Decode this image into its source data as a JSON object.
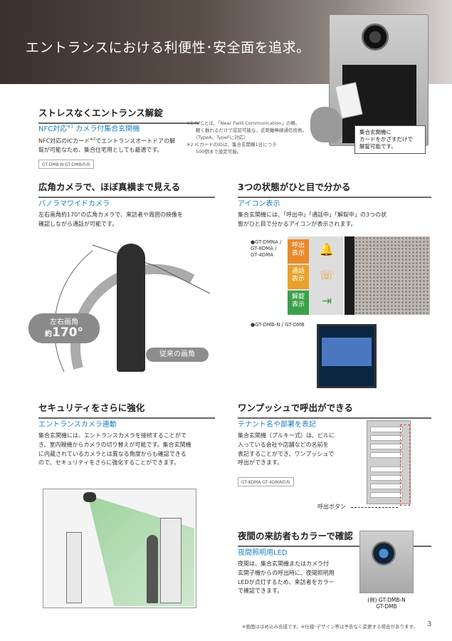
{
  "header": {
    "title": "エントランスにおける利便性･安全面を追求。"
  },
  "panel_callout": [
    "集合玄関機に",
    "カードをかざすだけで",
    "解錠可能です。"
  ],
  "stressless": {
    "title": "ストレスなくエントランス解錠",
    "sub": "NFC対応",
    "sub_sup": "※1",
    "sub_rest": " カメラ付集合玄関機",
    "body_1": "NFC対応のICカード",
    "body_sup": "※2",
    "body_2": "でエントランスオートドアの解錠が可能なため、集合住宅用としても最適です。",
    "notes": [
      "※1 NFCとは、「Near Field Communication」の略。",
      "　　軽く触れるだけで認証可能な、近距離無線通信技術。",
      "　　（TypeA、TypeFに対応）",
      "※2 ICカードのIDは、集合玄関機1台につき",
      "　　500個まで設定可能。"
    ],
    "tag": "GT-DMB-N·GT-DMBのみ"
  },
  "wide_camera": {
    "title": "広角カメラで、ほぼ真横まで見える",
    "sub": "パノラマワイドカメラ",
    "body": [
      "左右画角約170°の広角カメラで、来訪者や周囲の映像を",
      "確認しながら通話が可能です。"
    ],
    "badge_line1": "左右画角",
    "badge_prefix": "約",
    "badge_value": "170",
    "badge_unit": "°",
    "badge_conventional": "従来の画角"
  },
  "three_states": {
    "title": "3つの状態がひと目で分かる",
    "sub": "アイコン表示",
    "body": [
      "集合玄関機には、「呼出中」「通話中」「解錠中」の3つの状",
      "態がひと目で分かるアイコンが表示されます。"
    ],
    "model_group_1": [
      "●GT-DMNA /",
      "GT-8DMA /",
      "GT-4DMA"
    ],
    "model_group_2": "●GT-DMB-N / GT-DMB",
    "icons": [
      {
        "label_1": "呼出",
        "label_2": "表示",
        "color": "#e88a2a",
        "glyph": "bell-icon",
        "char": "🔔"
      },
      {
        "label_1": "通話",
        "label_2": "表示",
        "color": "#e8a12a",
        "glyph": "talk-icon",
        "char": "☏"
      },
      {
        "label_1": "解錠",
        "label_2": "表示",
        "color": "#3aa14a",
        "glyph": "door-icon",
        "char": "⇥"
      }
    ]
  },
  "security": {
    "title": "セキュリティをさらに強化",
    "sub": "エントランスカメラ連動",
    "body": [
      "集合玄関機には、エントランスカメラを接続することがで",
      "き、室内親機からカメラの切り替えが可能です。集合玄関機",
      "に内蔵されているカメラとは異なる角度からも確認できる",
      "ので、セキュリティをさらに強化することができます。"
    ]
  },
  "one_push": {
    "title": "ワンプッシュで呼出ができる",
    "sub": "テナント名や部署を表記",
    "body": [
      "集合玄関機（プルキー式）は、ビルに",
      "入っている会社や店舗などの名前を",
      "表記することができ、ワンプッシュで",
      "呼出ができます。"
    ],
    "tag": "GT-8DMA·GT-4DMAのみ",
    "call_button_label": "呼出ボタン"
  },
  "night": {
    "title": "夜間の来訪者もカラーで確認",
    "sub": "夜間照明用LED",
    "body": [
      "夜間は、集合玄関機またはカメラ付",
      "玄関子機からの呼出時に、夜間照明用",
      "LEDが点灯するため、来訪者をカラー",
      "で確認できます。"
    ],
    "caption_1": "(例) GT-DMB-N",
    "caption_2": "GT-DMB"
  },
  "footer": {
    "note": "※画面ははめ込み合成です。※仕様･デザイン等は予告なく変更する場合があります。",
    "page": "3"
  }
}
